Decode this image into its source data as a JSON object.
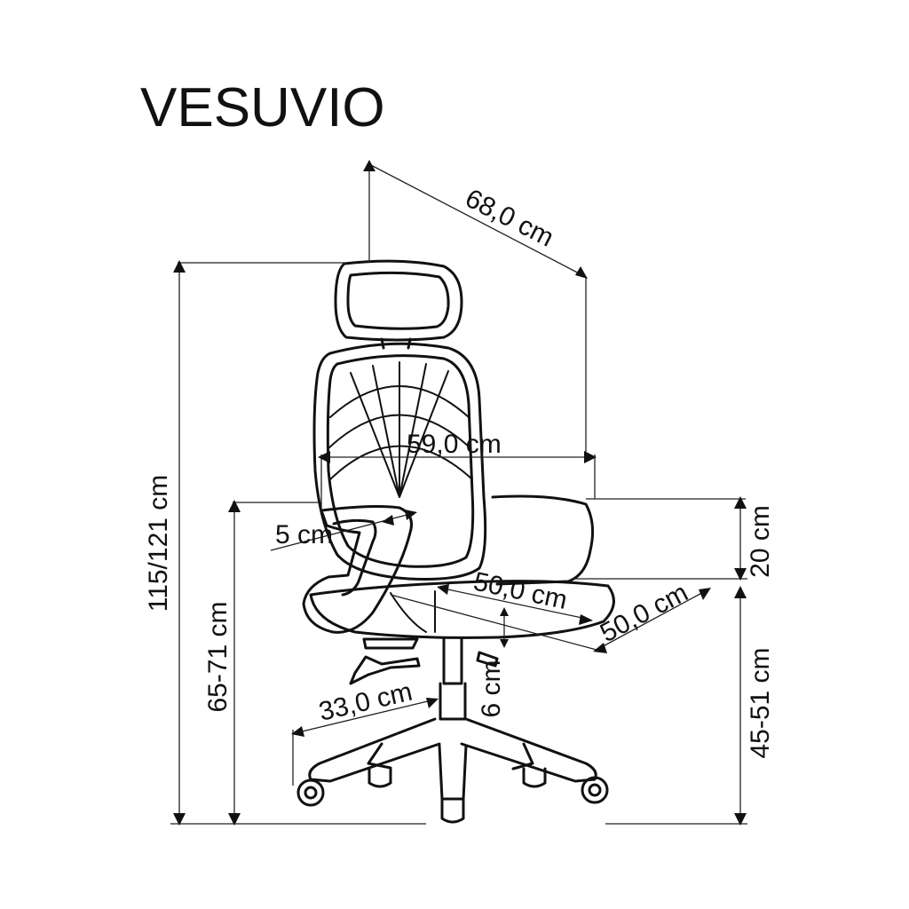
{
  "product": {
    "name": "VESUVIO"
  },
  "dimensions": {
    "depth_diagonal": "68,0 cm",
    "total_height": "115/121 cm",
    "armrest_height": "65-71 cm",
    "armrest_width": "59,0 cm",
    "armrest_adjust": "5 cm",
    "backrest_height": "20 cm",
    "seat_depth": "50,0 cm",
    "seat_width": "50,0 cm",
    "seat_height": "45-51 cm",
    "seat_adjust": "6 cm",
    "base_radius": "33,0 cm"
  },
  "colors": {
    "line": "#111111",
    "background": "#ffffff"
  }
}
